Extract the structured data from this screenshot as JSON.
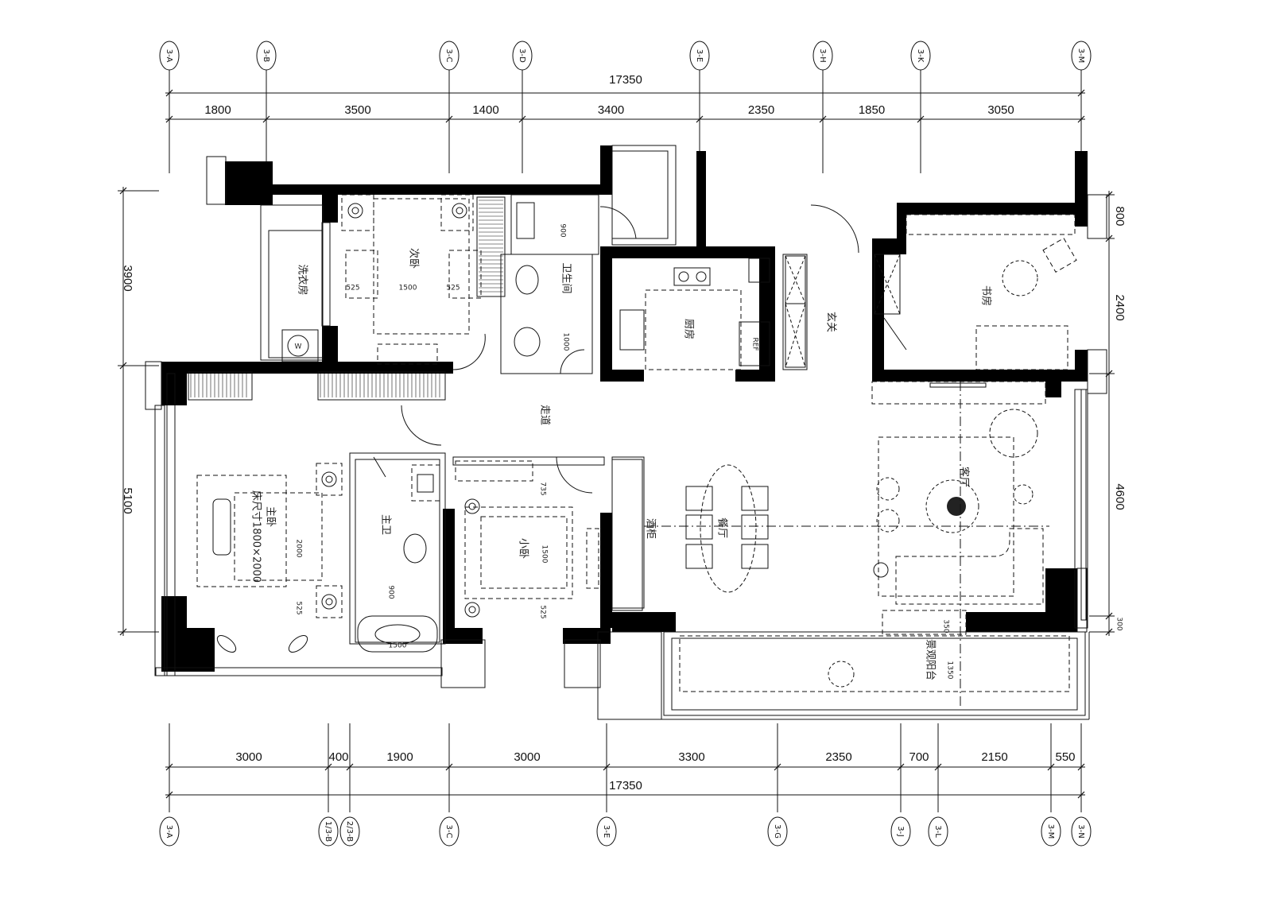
{
  "drawing": {
    "top_axes": [
      "3-A",
      "3-B",
      "3-C",
      "3-D",
      "3-E",
      "3-H",
      "3-K",
      "3-M"
    ],
    "bottom_axes": [
      "3-A",
      "1/3-B",
      "2/3-B",
      "3-C",
      "3-E",
      "3-G",
      "3-J",
      "3-L",
      "3-M",
      "3-N"
    ],
    "top_total": "17350",
    "top_dims": [
      "1800",
      "3500",
      "1400",
      "3400",
      "2350",
      "1850",
      "3050"
    ],
    "bottom_total": "17350",
    "bottom_dims": [
      "3000",
      "400",
      "1900",
      "3000",
      "3300",
      "2350",
      "700",
      "2150",
      "550"
    ],
    "left_dims": [
      "3900",
      "5100"
    ],
    "right_dims": [
      "800",
      "2400",
      "4600",
      "300"
    ],
    "rooms": {
      "secondary_bedroom": "次卧",
      "laundry": "洗衣房",
      "bathroom": "卫生间",
      "kitchen": "厨房",
      "entrance": "玄关",
      "study": "书房",
      "corridor": "走道",
      "master_bedroom": "主卧",
      "bed_size": "床尺寸1800×2000",
      "master_bath": "主卫",
      "child_room": "小卧",
      "dining": "餐厅",
      "wine_cabinet": "酒柜",
      "living": "客厅",
      "balcony": "景观阳台"
    },
    "annotations": {
      "bed_width_top": "1500",
      "bed_side_l": "525",
      "bed_side_r": "525",
      "bath_900": "900",
      "bath_1000": "1000",
      "master_2000": "2000",
      "master_525": "525",
      "child_1500": "1500",
      "child_735": "735",
      "child_525": "525",
      "bath2_900": "900",
      "balcony_350": "350",
      "balcony_1350": "1350",
      "fridge": "REF",
      "washer": "W",
      "tub": "1500"
    }
  }
}
